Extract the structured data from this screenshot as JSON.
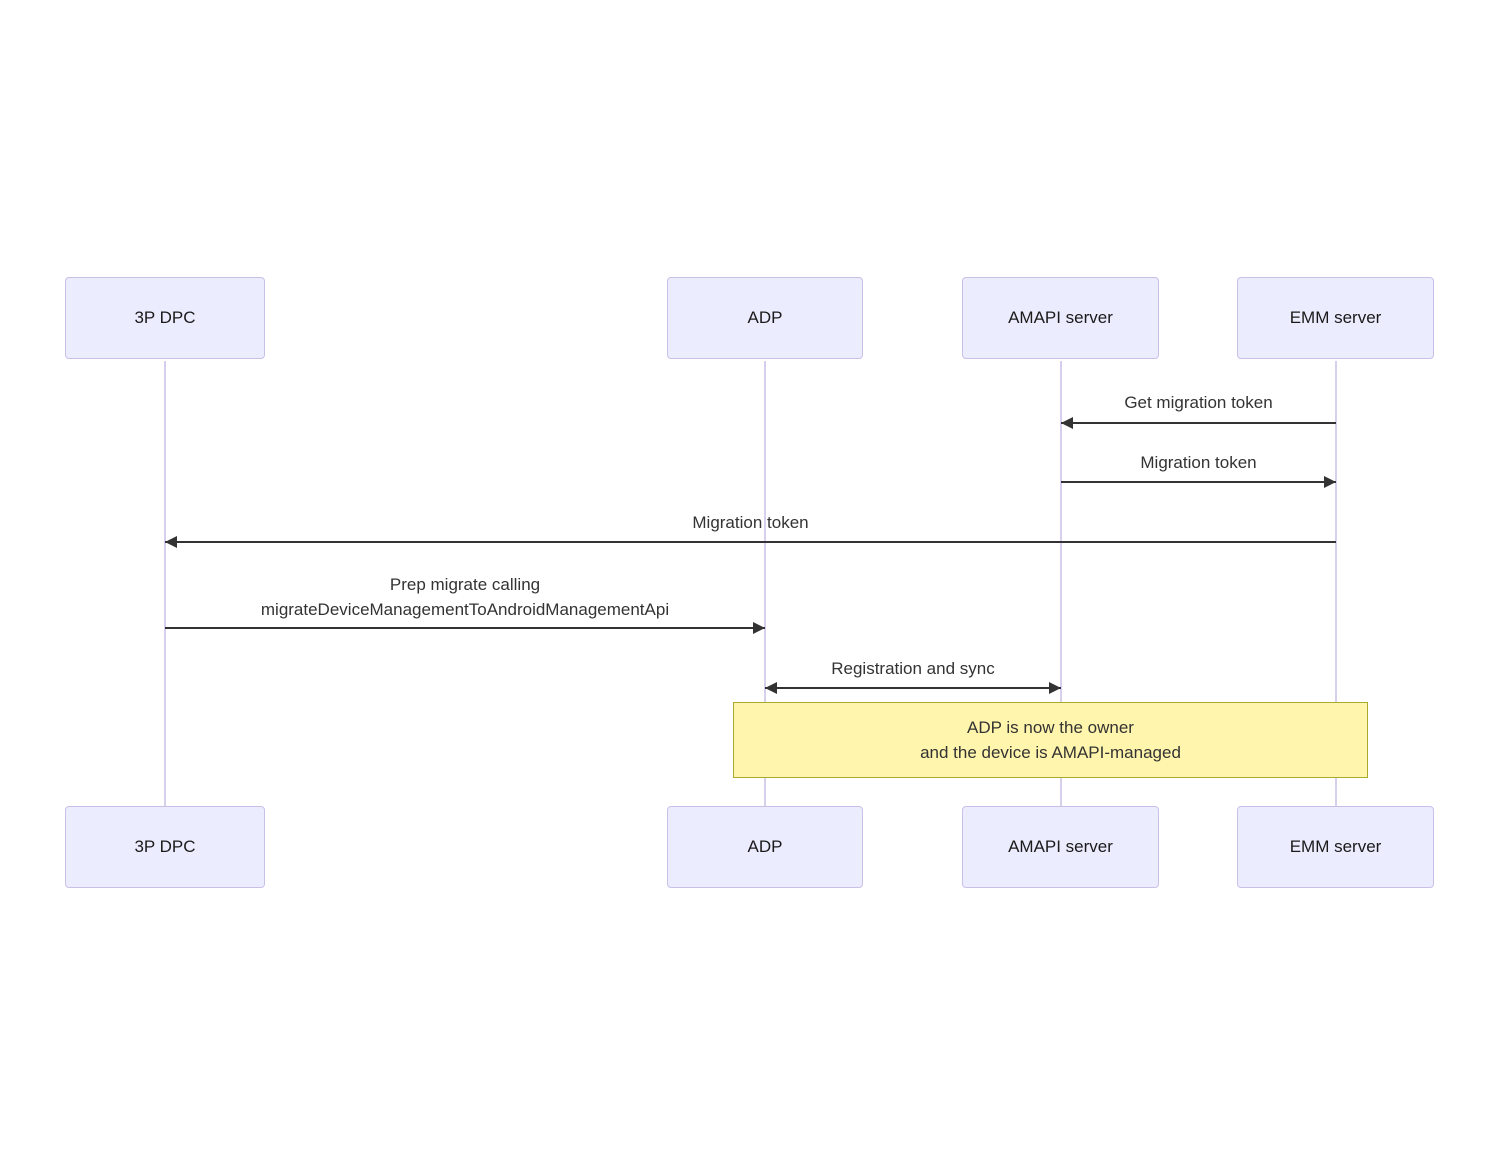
{
  "diagram": {
    "type": "sequence-diagram",
    "actors": [
      {
        "id": "3p-dpc",
        "label": "3P DPC"
      },
      {
        "id": "adp",
        "label": "ADP"
      },
      {
        "id": "amapi-server",
        "label": "AMAPI server"
      },
      {
        "id": "emm-server",
        "label": "EMM server"
      }
    ],
    "messages": [
      {
        "from": "EMM server",
        "to": "AMAPI server",
        "direction": "left",
        "label": "Get migration token"
      },
      {
        "from": "AMAPI server",
        "to": "EMM server",
        "direction": "right",
        "label": "Migration token"
      },
      {
        "from": "EMM server",
        "to": "3P DPC",
        "direction": "left",
        "label": "Migration token"
      },
      {
        "from": "3P DPC",
        "to": "ADP",
        "direction": "right",
        "label_lines": [
          "Prep migrate calling",
          "migrateDeviceManagementToAndroidManagementApi"
        ]
      },
      {
        "from": "ADP",
        "to": "AMAPI server",
        "direction": "both",
        "label": "Registration and sync"
      }
    ],
    "note": {
      "lines": [
        "ADP is now the owner",
        "and the device is AMAPI-managed"
      ]
    },
    "colors": {
      "actor_fill": "#ececff",
      "actor_border": "#c9c0e8",
      "lifeline": "#d8cfee",
      "arrow": "#333333",
      "message_text": "#333333",
      "note_fill": "#fff5ad",
      "note_border": "#aaaa33"
    }
  }
}
